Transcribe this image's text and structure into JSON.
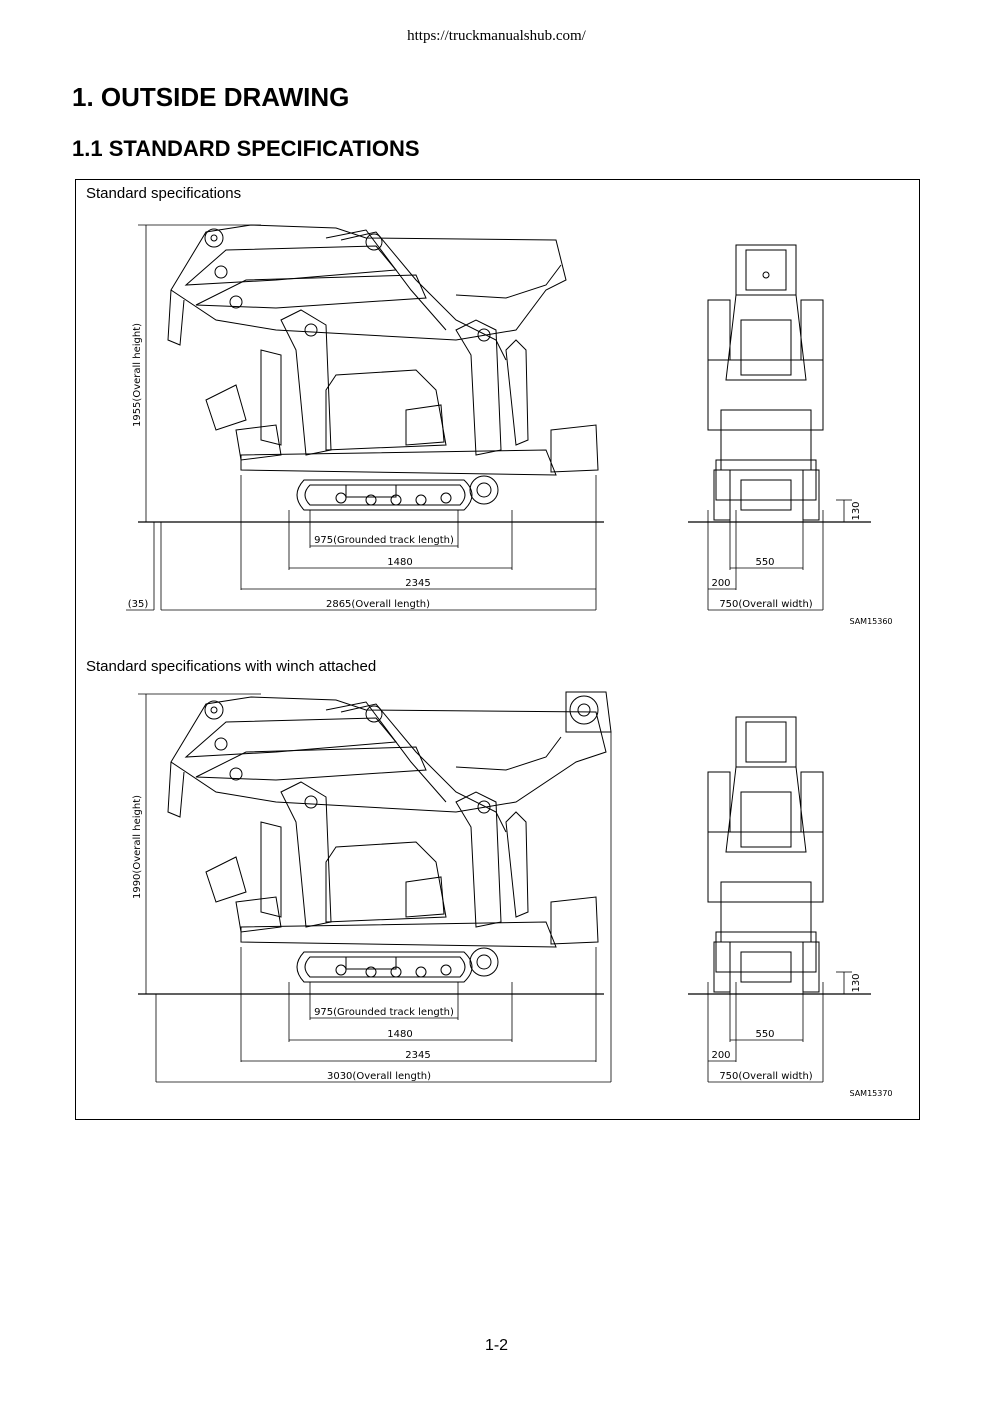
{
  "header": {
    "url": "https://truckmanualshub.com/"
  },
  "headings": {
    "h1": "1. OUTSIDE DRAWING",
    "h2": "1.1 STANDARD SPECIFICATIONS"
  },
  "drawings": [
    {
      "title": "Standard specifications",
      "overall_height": "1955(Overall height)",
      "ground_clearance": "130",
      "track_length": "975(Grounded track length)",
      "dim_1480": "1480",
      "dim_2345": "2345",
      "offset": "(35)",
      "overall_length": "2865(Overall length)",
      "dim_550": "550",
      "dim_200": "200",
      "overall_width": "750(Overall width)",
      "code": "SAM15360"
    },
    {
      "title": "Standard specifications with winch attached",
      "overall_height": "1990(Overall height)",
      "ground_clearance": "130",
      "track_length": "975(Grounded track length)",
      "dim_1480": "1480",
      "dim_2345": "2345",
      "overall_length": "3030(Overall length)",
      "dim_550": "550",
      "dim_200": "200",
      "overall_width": "750(Overall width)",
      "code": "SAM15370"
    }
  ],
  "footer": {
    "page": "1-2"
  }
}
